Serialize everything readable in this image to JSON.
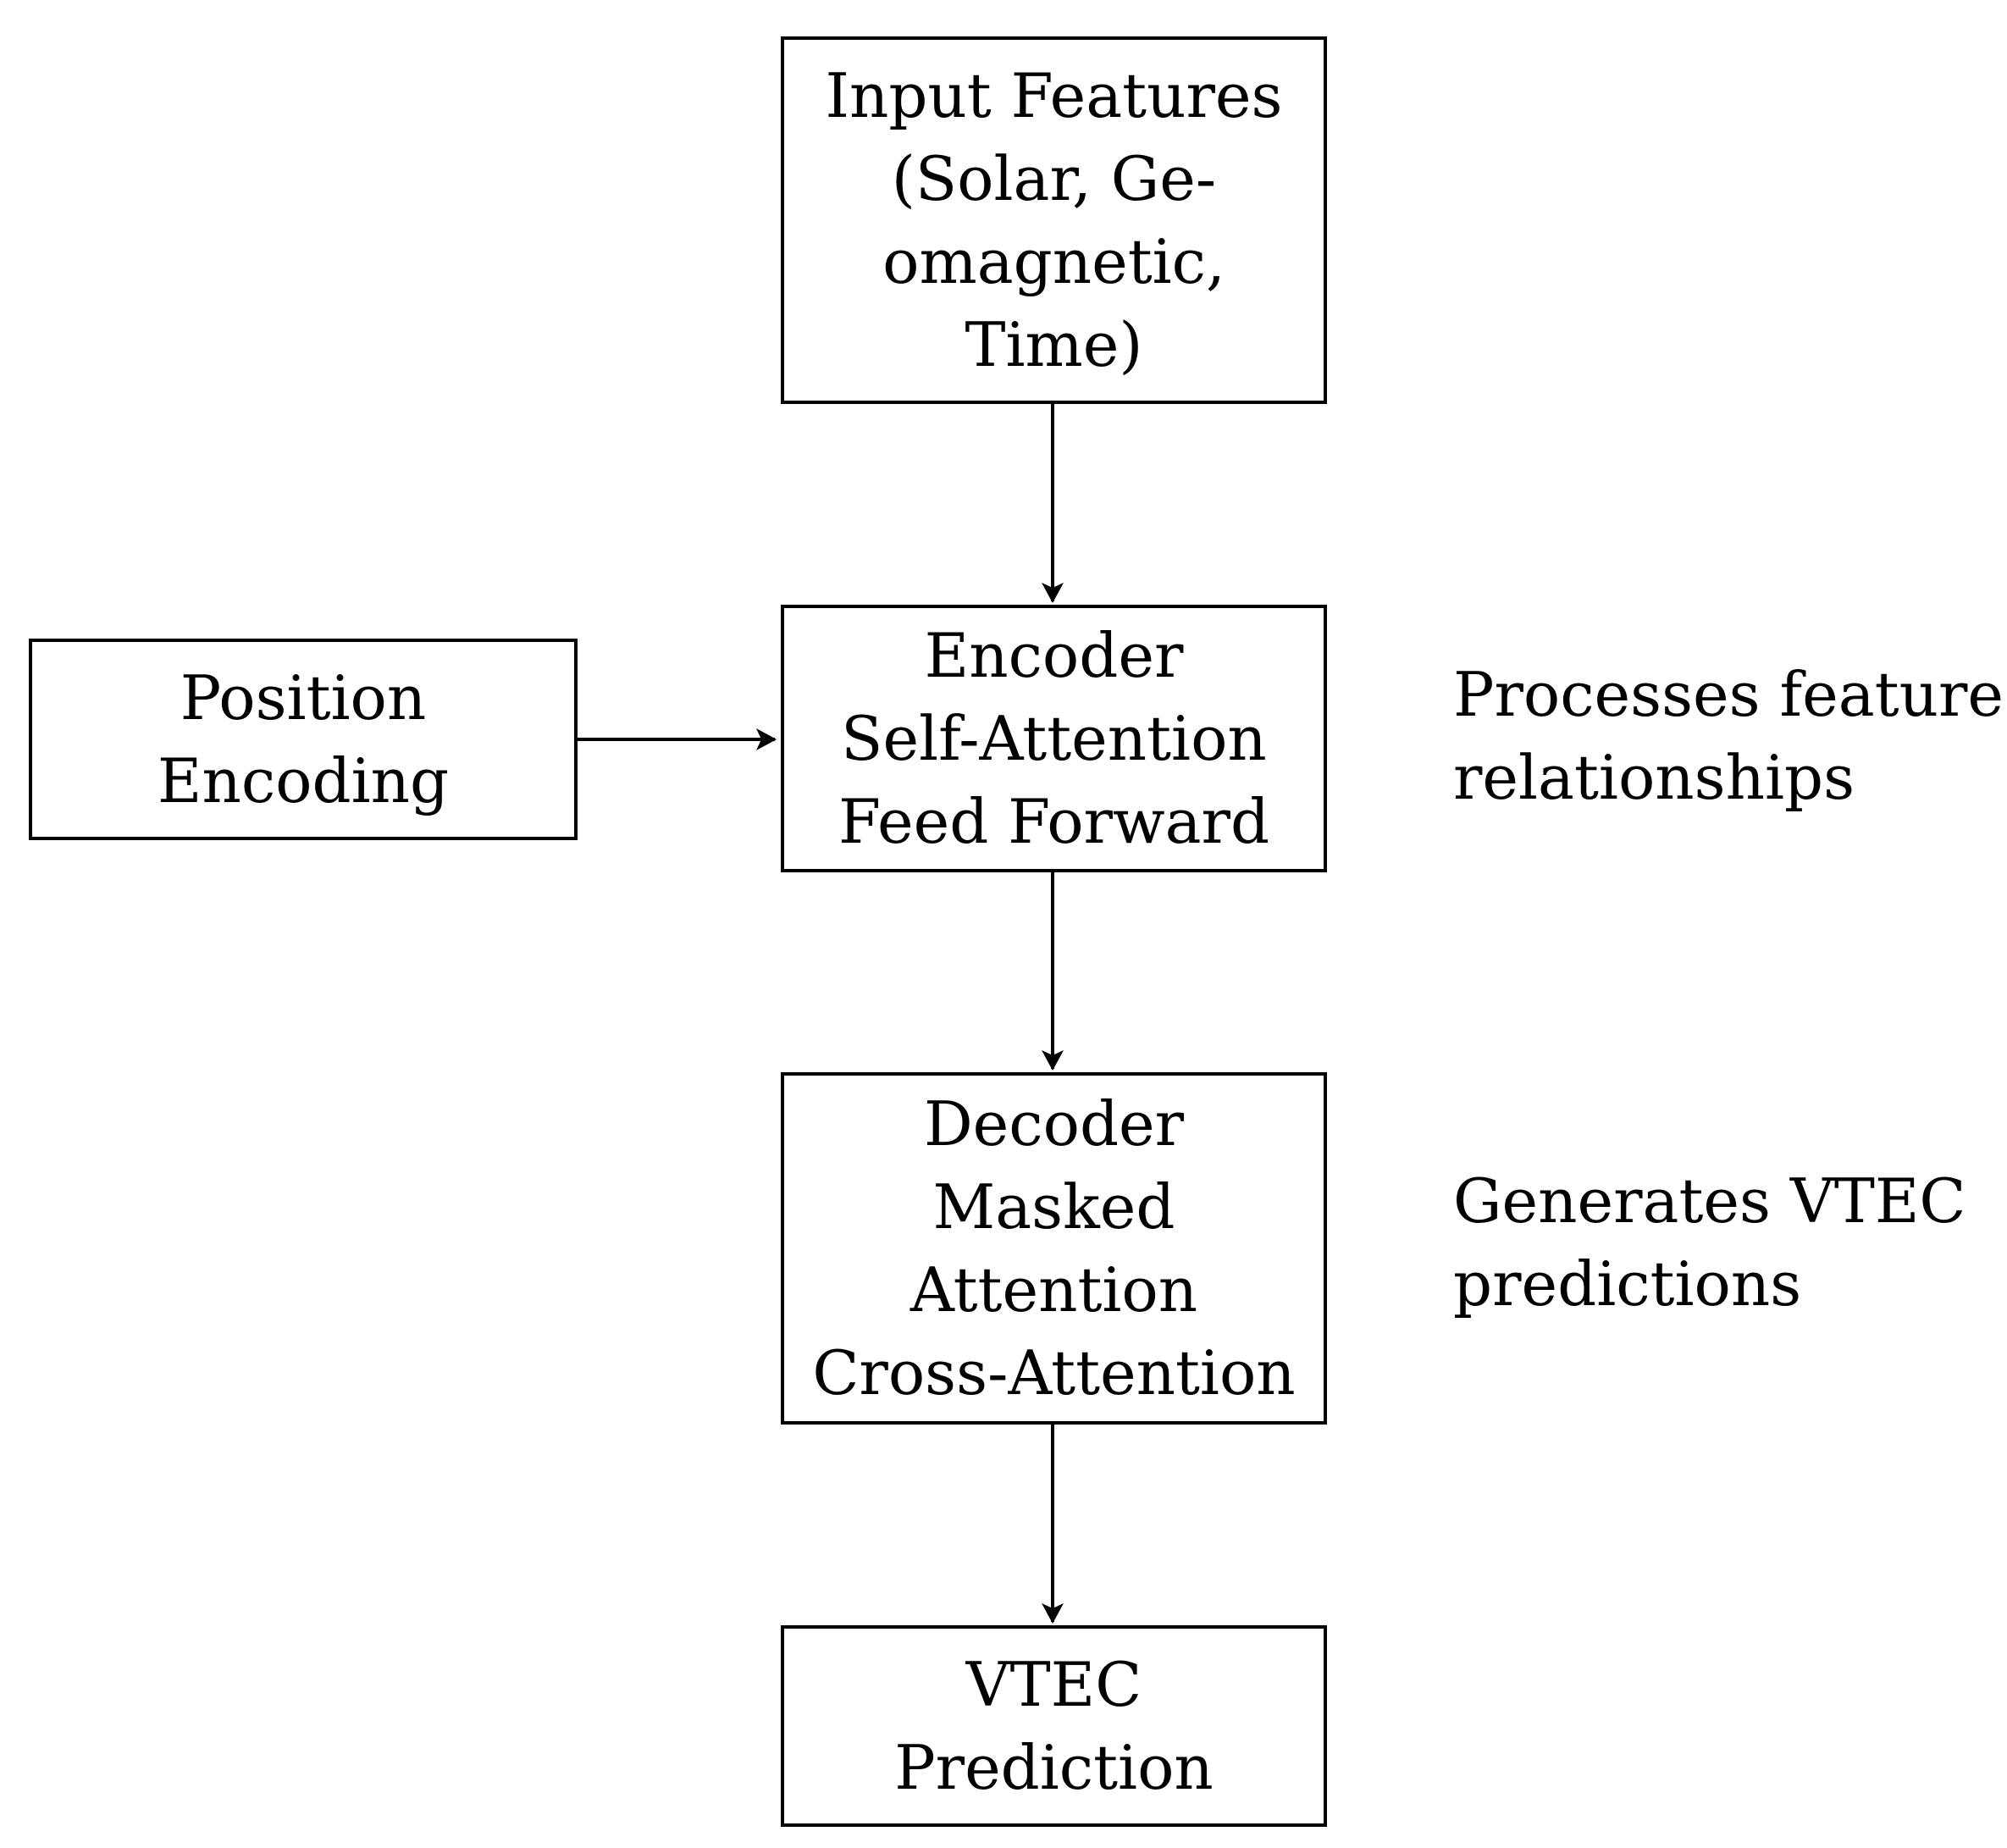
{
  "nodes": {
    "input": {
      "lines": [
        "Input Features",
        "(Solar, Ge-",
        "omagnetic,",
        "Time)"
      ]
    },
    "position": {
      "lines": [
        "Position",
        "Encoding"
      ]
    },
    "encoder": {
      "lines": [
        "Encoder",
        "Self-Attention",
        "Feed Forward"
      ]
    },
    "decoder": {
      "lines": [
        "Decoder",
        "Masked",
        "Attention",
        "Cross-Attention"
      ]
    },
    "output": {
      "lines": [
        "VTEC",
        "Prediction"
      ]
    }
  },
  "notes": {
    "encoder": {
      "lines": [
        "Processes feature",
        "relationships"
      ]
    },
    "decoder": {
      "lines": [
        "Generates VTEC",
        "predictions"
      ]
    }
  },
  "edges": [
    {
      "from": "input",
      "to": "encoder"
    },
    {
      "from": "position",
      "to": "encoder"
    },
    {
      "from": "encoder",
      "to": "decoder"
    },
    {
      "from": "decoder",
      "to": "output"
    }
  ]
}
